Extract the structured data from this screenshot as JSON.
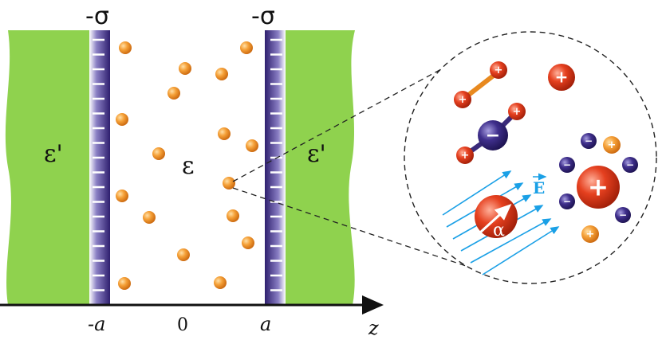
{
  "labels": {
    "sigma_left": "-σ",
    "sigma_right": "-σ",
    "eps_left": "ε'",
    "eps_center": "ε",
    "eps_right": "ε'",
    "tick_neg_a": "-a",
    "tick_zero": "0",
    "tick_a": "a",
    "axis": "z",
    "field": "E",
    "alpha": "α"
  },
  "ion_signs": {
    "plus": "+",
    "minus": "−"
  },
  "colors": {
    "dielectric": "#8fd24e",
    "plate": "#3a2a7a",
    "particle": "#f29a2e",
    "cation": "#e0381c",
    "anion": "#3a2a7a",
    "field": "#1aa0e6"
  }
}
